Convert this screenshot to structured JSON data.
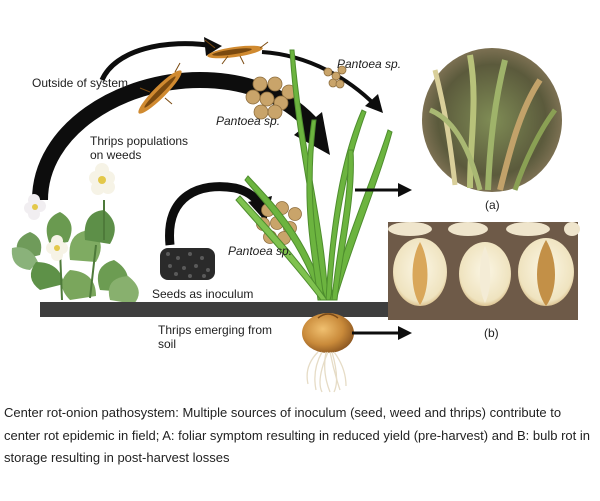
{
  "figure": {
    "labels": {
      "outside_of_system": "Outside of system",
      "thrips_on_weeds": "Thrips populations on weeds",
      "seeds_as_inoculum": "Seeds as inoculum",
      "thrips_emerging": "Thrips emerging from soil",
      "pantoea_top_right": "Pantoea sp.",
      "pantoea_middle": "Pantoea sp.",
      "pantoea_lower": "Pantoea sp.",
      "panel_a": "(a)",
      "panel_b": "(b)"
    }
  },
  "caption": "Center rot-onion pathosystem: Multiple sources of inoculum (seed, weed and thrips) contribute to center rot epidemic in field; A: foliar symptom resulting in reduced yield (pre-harvest) and B: bulb rot in storage resulting in post-harvest losses",
  "colors": {
    "arrow": "#0d0d0d",
    "soil": "#3e3e3e",
    "leaf_green": "#5aa63a",
    "bulb": "#c98a3a",
    "bacteria": "#c9a46a",
    "storage_bg": "#6e5a48",
    "thrips": "#d08a30"
  }
}
